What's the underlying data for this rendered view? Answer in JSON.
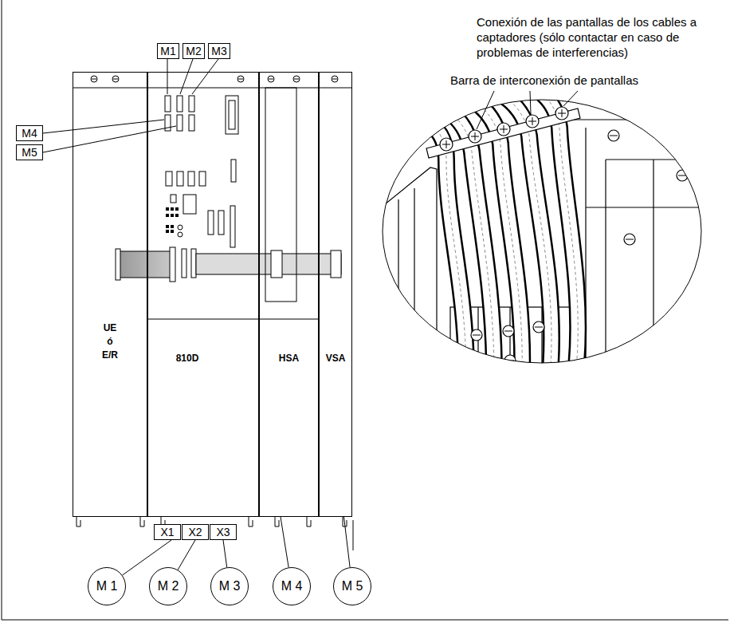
{
  "diagram": {
    "nodes": [
      {
        "text": [
          "M1"
        ]
      },
      {
        "text": [
          "M2"
        ]
      },
      {
        "text": [
          "M3"
        ]
      },
      {
        "text": [
          "M4"
        ]
      },
      {
        "text": [
          "M5"
        ]
      },
      {
        "text": [
          "UE ó E/R"
        ]
      },
      {
        "text": [
          "810D"
        ]
      },
      {
        "text": [
          "HSA"
        ]
      },
      {
        "text": [
          "VSA"
        ]
      },
      {
        "text": [
          "X1"
        ]
      },
      {
        "text": [
          "X2"
        ]
      },
      {
        "text": [
          "X3"
        ]
      },
      {
        "text": [
          "M 1"
        ]
      },
      {
        "text": [
          "M 2"
        ]
      },
      {
        "text": [
          "M 3"
        ]
      },
      {
        "text": [
          "M 4"
        ]
      },
      {
        "text": [
          "M 5"
        ]
      }
    ],
    "edges": [
      {
        "from": 9,
        "to": 12,
        "arrow": "none"
      },
      {
        "from": 10,
        "to": 13,
        "arrow": "none"
      },
      {
        "from": 11,
        "to": 14,
        "arrow": "none"
      },
      {
        "from": 7,
        "to": 15,
        "arrow": "none"
      },
      {
        "from": 8,
        "to": 16,
        "arrow": "none"
      }
    ],
    "labels": [
      "Conexión de las pantallas de los cables a captadores (sólo contactar en caso de problemas de interferencias)",
      "Barra de interconexión de pantallas"
    ]
  }
}
